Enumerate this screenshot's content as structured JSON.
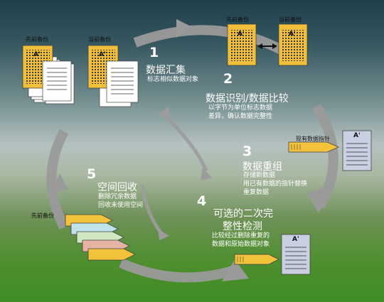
{
  "colors": {
    "doc_yellow": "#f2bf3b",
    "doc_white": "#ffffff",
    "cycle_arrow": "#9a9a9a",
    "pointer_yellow": "#f2c23a",
    "pointer_blue": "#c4d7ee",
    "pointer_green": "#cfe7c3",
    "pointer_pink": "#e7b3a5",
    "pointer_teal": "#bfe3e8"
  },
  "icons": [
    "document-stack-icon",
    "bidirectional-arrow-icon",
    "pointer-tag-icon",
    "cycle-arrow-icon"
  ],
  "top_left": {
    "prev_backup_label": "先前备份",
    "curr_backup_label": "当前备份",
    "doc_mark": "A'"
  },
  "top_right": {
    "prev_backup_label": "先前备份",
    "curr_backup_label": "当前备份",
    "doc_mark": "A'"
  },
  "steps": [
    {
      "number": "1",
      "title": "数据汇集",
      "desc": [
        "标志相似数据对象"
      ]
    },
    {
      "number": "2",
      "title": "数据识别/数据比较",
      "desc": [
        "以字节为单位标志数据",
        "差异，确认数据完整性"
      ]
    },
    {
      "number": "3",
      "title": "数据重组",
      "desc": [
        "存储新数据",
        "用已有数据的指针替换",
        "重复数据"
      ]
    },
    {
      "number": "4",
      "title_lines": [
        "可选的二次完",
        "整性检测"
      ],
      "desc": [
        "比较经过删除重复的",
        "数据和原始数据对象"
      ]
    },
    {
      "number": "5",
      "title": "空间回收",
      "desc": [
        "删除冗余数据",
        "回收未使用空间"
      ]
    }
  ],
  "pointer_note": "现有数据指针",
  "step5_backup_label": "先前备份",
  "right_doc_mark": "A'"
}
